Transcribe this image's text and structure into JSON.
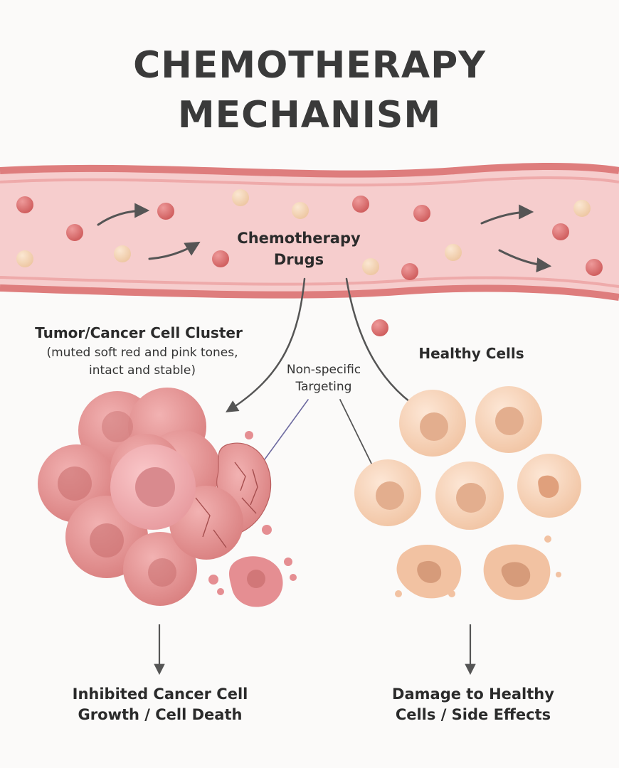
{
  "title": {
    "line1": "CHEMOTHERAPY",
    "line2": "MECHANISM"
  },
  "vessel": {
    "label_line1": "Chemotherapy",
    "label_line2": "Drugs"
  },
  "tumor": {
    "label": "Tumor/Cancer Cell Cluster",
    "sub_line1": "(muted soft red and pink tones,",
    "sub_line2": "intact and stable)"
  },
  "nonspecific": {
    "line1": "Non-specific",
    "line2": "Targeting"
  },
  "healthy": {
    "label": "Healthy Cells"
  },
  "outcomes": {
    "left_line1": "Inhibited Cancer Cell",
    "left_line2": "Growth / Cell Death",
    "right_line1": "Damage to Healthy",
    "right_line2": "Cells / Side Effects"
  },
  "colors": {
    "background": "#fbfaf9",
    "vessel_fill": "#f5c9c9",
    "vessel_wall": "#de7c7c",
    "drug_red": "#d96a6a",
    "drug_pale": "#f3d2b2",
    "tumor_cell": "#e79696",
    "tumor_nucleus": "#c96e6e",
    "healthy_cell": "#f6d3b8",
    "healthy_nucleus": "#dea98a",
    "arrow": "#555555"
  }
}
